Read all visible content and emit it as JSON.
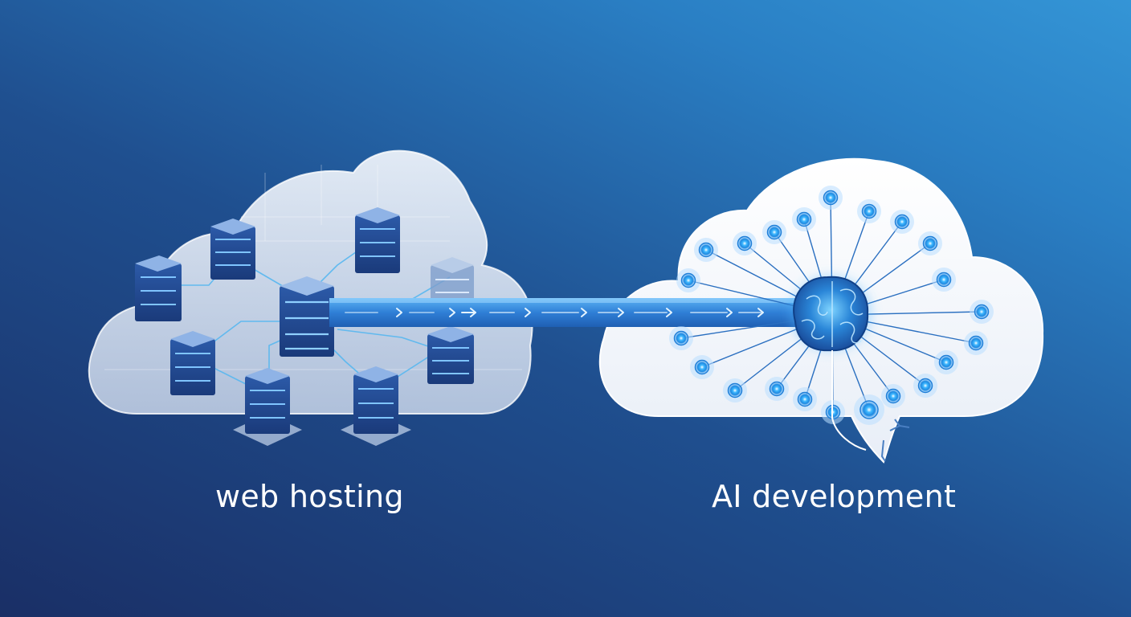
{
  "labels": {
    "left": "web hosting",
    "right": "AI development"
  },
  "icons": {
    "left_cloud": "cloud-server-network",
    "right_cloud": "cloud-neural-network",
    "connector": "data-flow-arrow",
    "brain": "brain-icon"
  },
  "colors": {
    "background_start": "#1a2f66",
    "background_end": "#3495d6",
    "accent": "#2f8be6",
    "node_glow": "#4fc3ff",
    "text": "#ffffff"
  }
}
